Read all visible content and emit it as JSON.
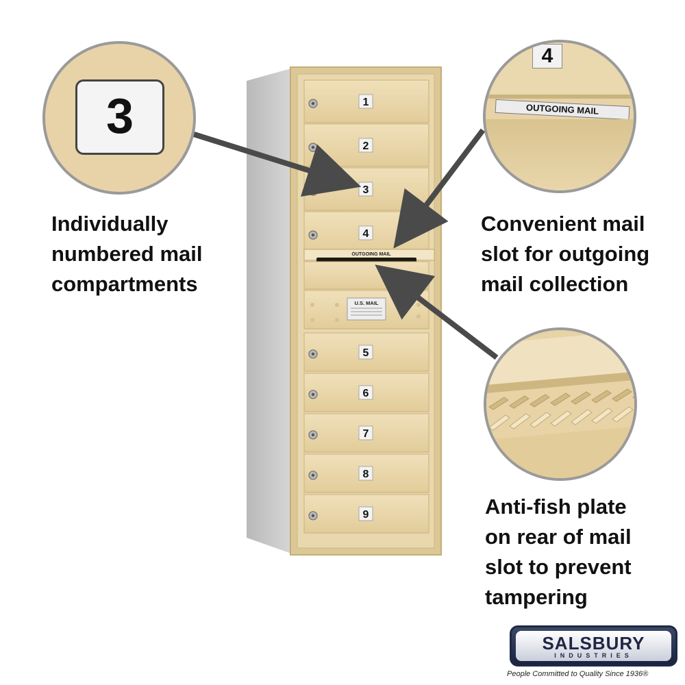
{
  "mailbox": {
    "compartments_top": [
      "1",
      "2",
      "3",
      "4"
    ],
    "compartments_bottom": [
      "5",
      "6",
      "7",
      "8",
      "9"
    ],
    "slot_label": "OUTGOING MAIL",
    "usmail_label": "U.S. MAIL"
  },
  "zoom_left": {
    "number": "3"
  },
  "zoom_right_top": {
    "number": "4",
    "slot_label": "OUTGOING MAIL"
  },
  "callouts": {
    "numbered": "Individually\nnumbered mail\ncompartments",
    "slot": "Convenient mail\nslot for outgoing\nmail collection",
    "antifish": "Anti-fish plate\non rear of mail\nslot to prevent\ntampering"
  },
  "brand": {
    "name": "SALSBURY",
    "sub": "INDUSTRIES",
    "tagline": "People Committed to Quality Since 1936®"
  },
  "colors": {
    "sandstone": "#e6d3a6",
    "arrow": "#4a4a4a",
    "frame": "#d9c596"
  }
}
